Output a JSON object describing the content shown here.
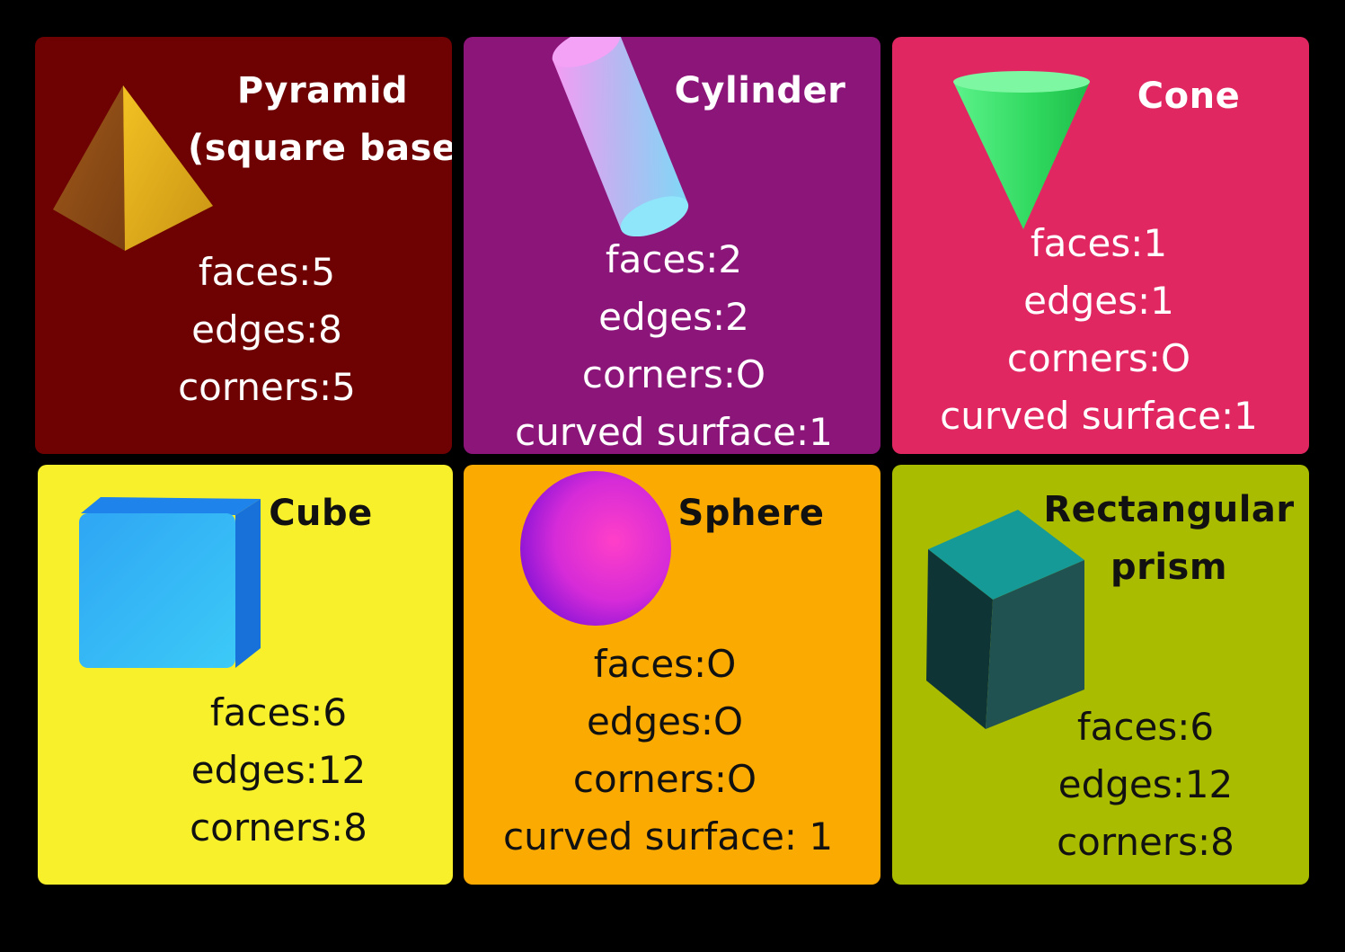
{
  "cards": [
    {
      "name": "pyramid",
      "bg": "#6e0102",
      "text_color": "#ffffff",
      "title": [
        "Pyramid",
        "(square base)"
      ],
      "props": [
        "faces:5",
        "edges:8",
        "corners:5"
      ]
    },
    {
      "name": "cylinder",
      "bg": "#8c1579",
      "text_color": "#ffffff",
      "title": [
        "Cylinder"
      ],
      "props": [
        "faces:2",
        "edges:2",
        "corners:O",
        "curved surface:1"
      ]
    },
    {
      "name": "cone",
      "bg": "#e02762",
      "text_color": "#ffffff",
      "title": [
        "Cone"
      ],
      "props": [
        "faces:1",
        "edges:1",
        "corners:O",
        "curved surface:1"
      ]
    },
    {
      "name": "cube",
      "bg": "#f7f02a",
      "text_color": "#111111",
      "title": [
        "Cube"
      ],
      "props": [
        "faces:6",
        "edges:12",
        "corners:8"
      ]
    },
    {
      "name": "sphere",
      "bg": "#fbaa02",
      "text_color": "#111111",
      "title": [
        "Sphere"
      ],
      "props": [
        "faces:O",
        "edges:O",
        "corners:O",
        "curved surface: 1"
      ]
    },
    {
      "name": "rectangular-prism",
      "bg": "#aabc00",
      "text_color": "#111111",
      "title": [
        "Rectangular",
        "prism"
      ],
      "props": [
        "faces:6",
        "edges:12",
        "corners:8"
      ]
    }
  ]
}
